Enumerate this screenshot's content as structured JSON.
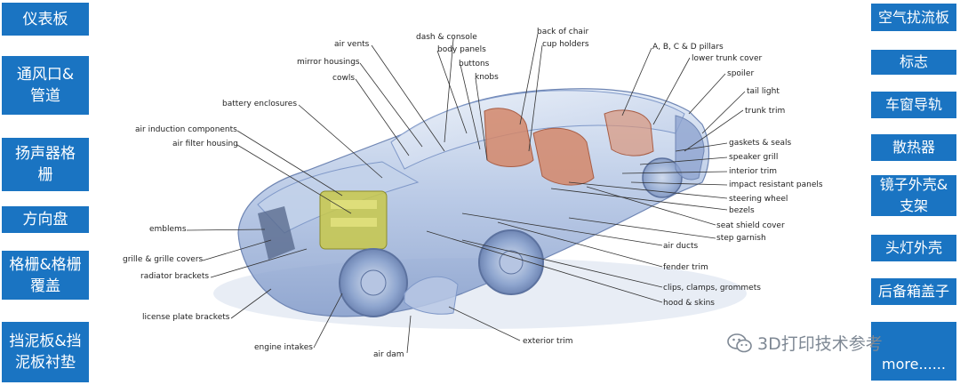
{
  "left_buttons": [
    "仪表板",
    "通风口&\n管道",
    "扬声器格\n栅",
    "方向盘",
    "格栅&格栅\n覆盖",
    "挡泥板&挡\n泥板衬垫"
  ],
  "right_buttons": [
    "空气扰流板",
    "标志",
    "车窗导轨",
    "散热器",
    "镜子外壳&\n支架",
    "头灯外壳",
    "后备箱盖子",
    "more......"
  ],
  "labels": {
    "dash_console": "dash & console",
    "back_of_chair": "back of chair",
    "cup_holders": "cup holders",
    "air_vents": "air vents",
    "body_panels": "body panels",
    "mirror_housings": "mirror housings",
    "buttons": "buttons",
    "cowls": "cowls",
    "knobs": "knobs",
    "battery_enclosures": "battery enclosures",
    "air_induction_components": "air induction components",
    "air_filter_housing": "air filter housing",
    "emblems": "emblems",
    "grille_covers": "grille & grille covers",
    "radiator_brackets": "radiator brackets",
    "license_plate_brackets": "license plate brackets",
    "engine_intakes": "engine intakes",
    "air_dam": "air dam",
    "exterior_trim": "exterior trim",
    "pillars": "A, B, C & D pillars",
    "lower_trunk_cover": "lower trunk cover",
    "spoiler": "spoiler",
    "tail_light": "tail light",
    "trunk_trim": "trunk trim",
    "gaskets_seals": "gaskets & seals",
    "speaker_grill": "speaker grill",
    "interior_trim": "interior trim",
    "impact_resistant_panels": "impact resistant panels",
    "steering_wheel": "steering wheel",
    "bezels": "bezels",
    "seat_shield_cover": "seat shield cover",
    "step_garnish": "step garnish",
    "air_ducts": "air ducts",
    "fender_trim": "fender trim",
    "clips_clamps_grommets": "clips, clamps, grommets",
    "hood_skins": "hood & skins"
  },
  "watermark": "3D打印技术参考",
  "watermark_icon": "wechat-icon",
  "colors": {
    "button_blue": "#1a74c2",
    "button_text": "#ffffff",
    "car_body": "#9fb5dc",
    "car_seat": "#d4876a",
    "engine": "#c8c84a",
    "leader_line": "#333333",
    "watermark": "#7e8894"
  }
}
